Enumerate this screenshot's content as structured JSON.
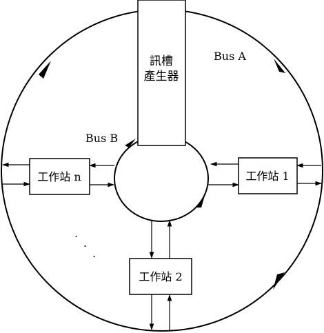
{
  "generator": {
    "line1": "訊槽",
    "line2": "產生器"
  },
  "buses": {
    "a": "Bus A",
    "b": "Bus B"
  },
  "stations": {
    "n": "工作站 n",
    "one": "工作站 1",
    "two": "工作站 2"
  },
  "ellipsis": "."
}
